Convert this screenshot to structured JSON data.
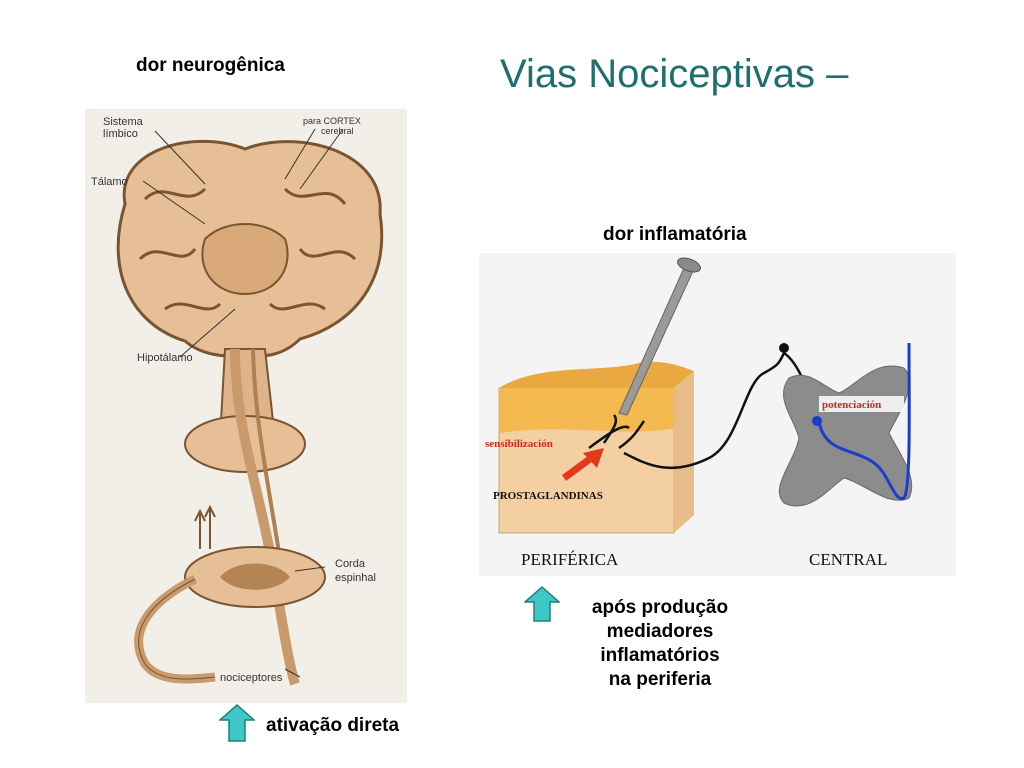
{
  "slide": {
    "title": "Vias Nociceptivas –",
    "left_heading": "dor neurogênica",
    "right_heading": "dor inflamatória",
    "right_caption_lines": [
      "após produção",
      "mediadores",
      "inflamatórios",
      "na periferia"
    ],
    "left_caption": "ativação direta",
    "title_color": "#1f6f6f",
    "arrow_color": "#3fc6c6"
  },
  "brain_figure": {
    "labels": {
      "sistema": "Sistema",
      "limbico": "límbico",
      "para_cortex": "para CORTEX",
      "cerebral": "cerebral",
      "talamo": "Tálamo",
      "hipotalamo": "Hipotálamo",
      "corda": "Corda",
      "espinhal": "espinhal",
      "nociceptores": "nociceptores"
    }
  },
  "inflammation_figure": {
    "labels": {
      "sensibilizacion": "sensibilización",
      "prostaglandinas": "PROSTAGLANDINAS",
      "potenciacion": "potenciación",
      "periferica": "PERIFÉRICA",
      "central": "CENTRAL"
    }
  }
}
